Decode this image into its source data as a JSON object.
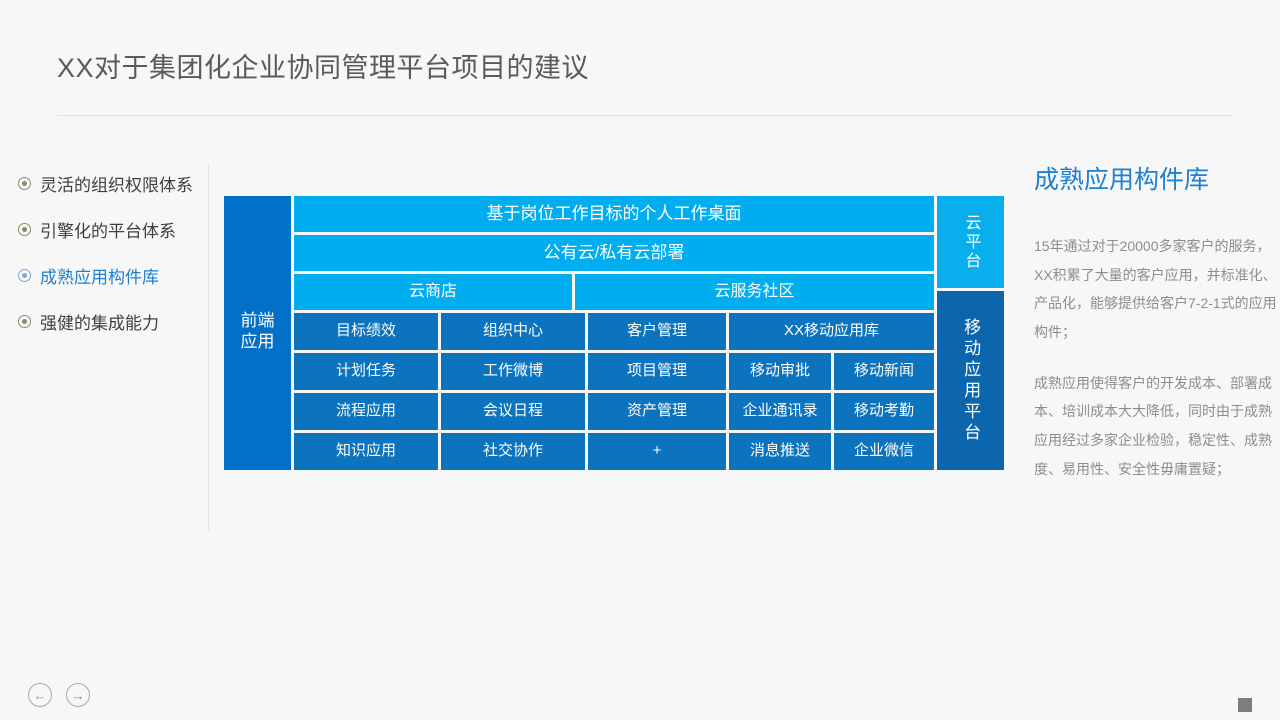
{
  "header": {
    "title": "XX对于集团化企业协同管理平台项目的建议"
  },
  "sidebar": {
    "items": [
      {
        "label": "灵活的组织权限体系",
        "active": false
      },
      {
        "label": "引擎化的平台体系",
        "active": false
      },
      {
        "label": "成熟应用构件库",
        "active": true
      },
      {
        "label": "强健的集成能力",
        "active": false
      }
    ]
  },
  "diagram": {
    "front_end_label_line1": "前端",
    "front_end_label_line2": "应用",
    "desktop_bar": "基于岗位工作目标的个人工作桌面",
    "cloud_deploy_bar": "公有云/私有云部署",
    "cloud_shop": "云商店",
    "cloud_community": "云服务社区",
    "cloud_platform": "云平台",
    "mobile_platform": "移动应用平台",
    "grid_rows": [
      [
        "目标绩效",
        "组织中心",
        "客户管理",
        "XX移动应用库"
      ],
      [
        "计划任务",
        "工作微博",
        "项目管理",
        "移动审批",
        "移动新闻"
      ],
      [
        "流程应用",
        "会议日程",
        "资产管理",
        "企业通讯录",
        "移动考勤"
      ],
      [
        "知识应用",
        "社交协作",
        "+",
        "消息推送",
        "企业微信"
      ]
    ]
  },
  "info": {
    "heading": "成熟应用构件库",
    "paragraphs": [
      "15年通过对于20000多家客户的服务，XX积累了大量的客户应用，并标准化、产品化，能够提供给客户7-2-1式的应用构件；",
      "成熟应用使得客户的开发成本、部署成本、培训成本大大降低，同时由于成熟应用经过多家企业检验，稳定性、成熟度、易用性、安全性毋庸置疑；"
    ]
  },
  "footer": {
    "prev_icon": "←",
    "next_icon": "→"
  },
  "colors": {
    "accent_blue": "#1f7fd4",
    "light_blue": "#00aeef",
    "mid_blue": "#0c73be",
    "dark_blue": "#0070c8",
    "background": "#f7f7f7"
  }
}
